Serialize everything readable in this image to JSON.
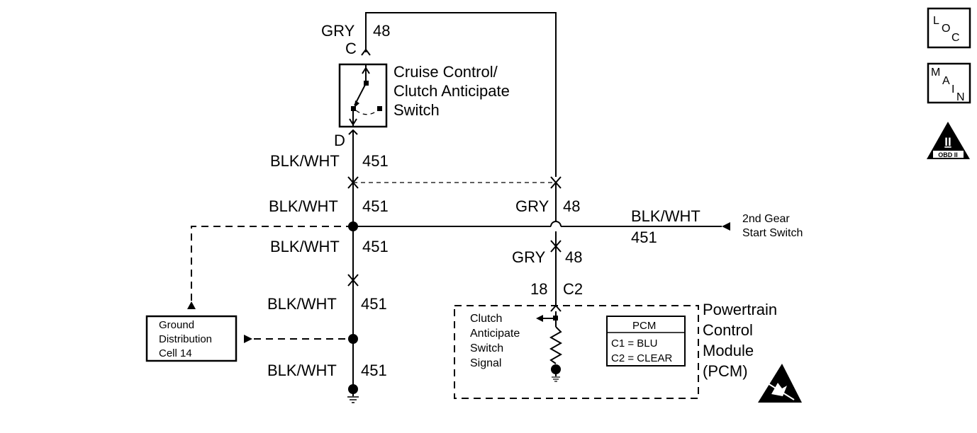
{
  "switch": {
    "name_line1": "Cruise Control/",
    "name_line2": "Clutch Anticipate",
    "name_line3": "Switch",
    "term_c": "C",
    "term_d": "D"
  },
  "wires": {
    "top_color": "GRY",
    "top_circuit": "48",
    "w1_color": "BLK/WHT",
    "w1_circuit": "451",
    "w2_color": "BLK/WHT",
    "w2_circuit": "451",
    "w3_color": "BLK/WHT",
    "w3_circuit": "451",
    "w4_color": "BLK/WHT",
    "w4_circuit": "451",
    "w5_color": "BLK/WHT",
    "w5_circuit": "451",
    "gry_mid_color": "GRY",
    "gry_mid_circuit": "48",
    "gry_low_color": "GRY",
    "gry_low_circuit": "48",
    "right_color": "BLK/WHT",
    "right_circuit": "451"
  },
  "second_gear": {
    "line1": "2nd Gear",
    "line2": "Start Switch"
  },
  "ground_cell": {
    "line1": "Ground",
    "line2": "Distribution",
    "line3": "Cell 14"
  },
  "pcm": {
    "pin": "18",
    "connector": "C2",
    "signal_line1": "Clutch",
    "signal_line2": "Anticipate",
    "signal_line3": "Switch",
    "signal_line4": "Signal",
    "legend_title": "PCM",
    "legend_c1": "C1 = BLU",
    "legend_c2": "C2 = CLEAR",
    "name_line1": "Powertrain",
    "name_line2": "Control",
    "name_line3": "Module",
    "name_line4": "(PCM)"
  },
  "icons": {
    "loc": {
      "l": "L",
      "o": "O",
      "c": "C"
    },
    "main": {
      "m": "M",
      "a": "A",
      "i": "I",
      "n": "N"
    },
    "obd": {
      "numeral": "II",
      "text": "OBD II"
    },
    "esd": "esd-warning-icon"
  }
}
